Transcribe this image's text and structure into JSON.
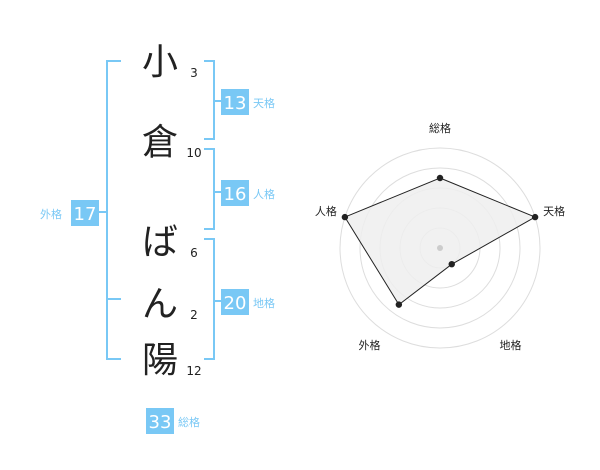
{
  "name": {
    "chars": [
      {
        "char": "小",
        "strokes": "3"
      },
      {
        "char": "倉",
        "strokes": "10"
      },
      {
        "char": "ば",
        "strokes": "6"
      },
      {
        "char": "ん",
        "strokes": "2"
      },
      {
        "char": "陽",
        "strokes": "12"
      }
    ]
  },
  "fortunes": {
    "tenkaku": {
      "value": "13",
      "label": "天格"
    },
    "jinkaku": {
      "value": "16",
      "label": "人格"
    },
    "chikaku": {
      "value": "20",
      "label": "地格"
    },
    "gaikaku": {
      "value": "17",
      "label": "外格"
    },
    "soukaku": {
      "value": "33",
      "label": "総格"
    }
  },
  "colors": {
    "accent": "#79c8f5",
    "bracket": "#79c8f5",
    "text": "#222222",
    "label": "#79c8f5"
  },
  "chart_data": {
    "type": "radar",
    "axes": [
      "総格",
      "天格",
      "地格",
      "外格",
      "人格"
    ],
    "values": [
      0.7,
      1.0,
      0.2,
      0.7,
      1.0
    ],
    "range": [
      0,
      1
    ],
    "rings": 5
  }
}
